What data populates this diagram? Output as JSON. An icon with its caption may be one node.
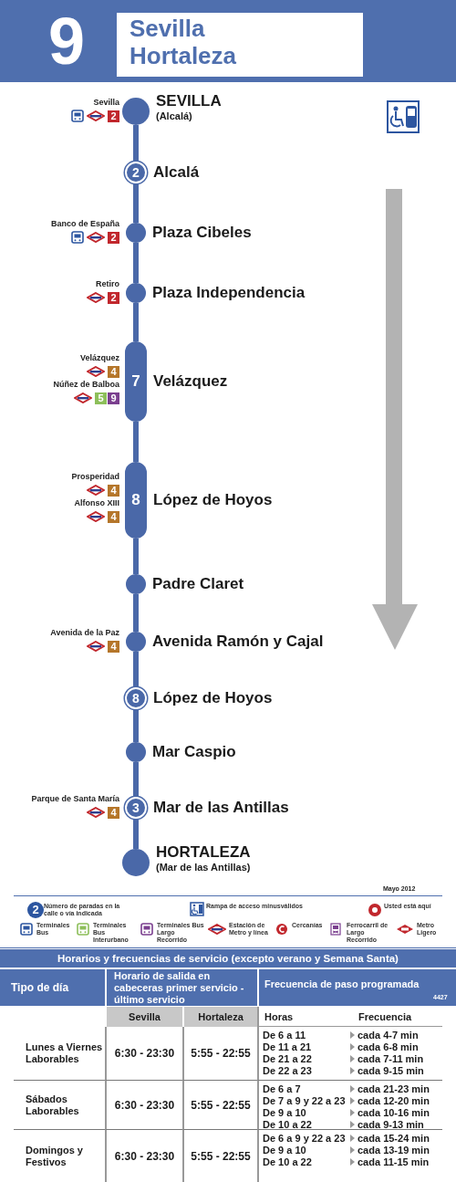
{
  "diagram": {
    "title": "Sevilla Hortaleza",
    "nodes": [
      {
        "text": [
          "SEVILLA",
          "(Alcalá)"
        ],
        "beside": [
          "Sevilla",
          "2"
        ]
      },
      {
        "text": [
          "2",
          "Alcalá"
        ]
      },
      {
        "text": [
          "Plaza Cibeles"
        ],
        "beside": [
          "Banco de España",
          "2"
        ]
      },
      {
        "text": [
          "Plaza Independencia"
        ],
        "beside": [
          "Retiro",
          "2"
        ]
      },
      {
        "text": [
          "7",
          "Velázquez"
        ],
        "beside": [
          "Velázquez",
          "4",
          "Núñez de Balboa",
          "5",
          "9"
        ]
      },
      {
        "text": [
          "8",
          "López de Hoyos"
        ],
        "beside": [
          "Prosperidad",
          "4",
          "Alfonso XIII",
          "4"
        ]
      },
      {
        "text": [
          "Padre Claret"
        ]
      },
      {
        "text": [
          "Avenida Ramón y Cajal"
        ],
        "beside": [
          "Avenida de la Paz",
          "4"
        ]
      },
      {
        "text": [
          "8",
          "López de Hoyos"
        ]
      },
      {
        "text": [
          "Mar Caspio"
        ]
      },
      {
        "text": [
          "3",
          "Mar de las Antillas"
        ],
        "beside": [
          "Parque de Santa María",
          "4"
        ]
      },
      {
        "text": [
          "HORTALEZA",
          "(Mar de las Antillas)"
        ]
      }
    ],
    "edges": [
      {
        "from": 0,
        "to": 1,
        "arrow": "none"
      },
      {
        "from": 1,
        "to": 2,
        "arrow": "none"
      },
      {
        "from": 2,
        "to": 3,
        "arrow": "none"
      },
      {
        "from": 3,
        "to": 4,
        "arrow": "none"
      },
      {
        "from": 4,
        "to": 5,
        "arrow": "none"
      },
      {
        "from": 5,
        "to": 6,
        "arrow": "none"
      },
      {
        "from": 6,
        "to": 7,
        "arrow": "none"
      },
      {
        "from": 7,
        "to": 8,
        "arrow": "none"
      },
      {
        "from": 8,
        "to": 9,
        "arrow": "none"
      },
      {
        "from": 9,
        "to": 10,
        "arrow": "none"
      },
      {
        "from": 10,
        "to": 11,
        "arrow": "none"
      }
    ],
    "labels": [
      "9",
      "Mayo 2012",
      "2",
      "Horarios y frecuencias de servicio (excepto verano y Semana Santa)",
      "Tipo de día",
      "Horario de salida en cabeceras primer servicio - último servicio",
      "Frecuencia de paso programada",
      "4427",
      "Sevilla",
      "Hortaleza",
      "Horas",
      "Frecuencia",
      "Lunes a Viernes Laborables",
      "6:30 - 23:30",
      "5:55 - 22:55",
      "De 6 a 11",
      "cada 4-7 min",
      "De 11 a 21",
      "cada 6-8 min",
      "De 21 a 22",
      "cada 7-11 min",
      "De 22 a 23",
      "cada 9-15 min",
      "Sábados Laborables",
      "6:30 - 23:30",
      "5:55 - 22:55",
      "De 6 a 7",
      "cada 21-23 min",
      "De 7 a 9 y 22 a 23",
      "cada 12-20 min",
      "De 9 a 10",
      "cada 10-16 min",
      "De 10 a 22",
      "cada 9-13 min",
      "Domingos y Festivos",
      "6:30 - 23:30",
      "5:55 - 22:55",
      "De 6 a 9 y 22 a 23",
      "cada 15-24 min",
      "De 9 a 10",
      "cada 13-19 min",
      "De 10 a 22",
      "cada 11-15 min"
    ],
    "legend": [
      {
        "text": "Número de paradas en la calle o vía indicada"
      },
      {
        "text": "Rampa de acceso minusválidos"
      },
      {
        "text": "Usted está aquí"
      },
      {
        "text": "Terminales Bus"
      },
      {
        "text": "Terminales Bus Interurbano"
      },
      {
        "text": "Terminales Bus Largo Recorrido"
      },
      {
        "text": "Estación de Metro y línea"
      },
      {
        "text": "Cercanías"
      },
      {
        "text": "Ferrocarril de Largo Recorrido"
      },
      {
        "text": "Metro Ligero"
      }
    ]
  }
}
